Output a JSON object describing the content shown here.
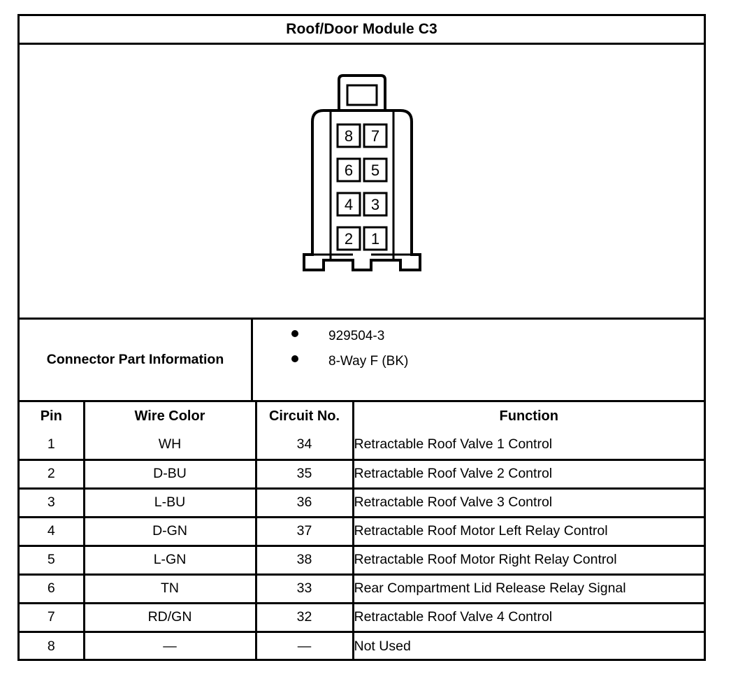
{
  "title": "Roof/Door Module C3",
  "connector": {
    "name": "connector-diagram",
    "ways": 8,
    "pin_layout_note": "4 rows x 2 columns; left column 8,6,4,2 top-to-bottom; right column 7,5,3,1 top-to-bottom",
    "pins": [
      {
        "label": "8",
        "col": "left",
        "row": 1
      },
      {
        "label": "7",
        "col": "right",
        "row": 1
      },
      {
        "label": "6",
        "col": "left",
        "row": 2
      },
      {
        "label": "5",
        "col": "right",
        "row": 2
      },
      {
        "label": "4",
        "col": "left",
        "row": 3
      },
      {
        "label": "3",
        "col": "right",
        "row": 3
      },
      {
        "label": "2",
        "col": "left",
        "row": 4
      },
      {
        "label": "1",
        "col": "right",
        "row": 4
      }
    ]
  },
  "part_info": {
    "label": "Connector Part Information",
    "items": [
      "929504-3",
      "8-Way F (BK)"
    ]
  },
  "pin_table": {
    "headers": {
      "pin": "Pin",
      "wire_color": "Wire Color",
      "circuit_no": "Circuit No.",
      "function": "Function"
    },
    "rows": [
      {
        "pin": "1",
        "wire_color": "WH",
        "circuit_no": "34",
        "function": "Retractable Roof Valve 1 Control"
      },
      {
        "pin": "2",
        "wire_color": "D-BU",
        "circuit_no": "35",
        "function": "Retractable Roof Valve 2 Control"
      },
      {
        "pin": "3",
        "wire_color": "L-BU",
        "circuit_no": "36",
        "function": "Retractable Roof Valve 3 Control"
      },
      {
        "pin": "4",
        "wire_color": "D-GN",
        "circuit_no": "37",
        "function": "Retractable Roof Motor Left Relay Control"
      },
      {
        "pin": "5",
        "wire_color": "L-GN",
        "circuit_no": "38",
        "function": "Retractable Roof Motor Right Relay Control"
      },
      {
        "pin": "6",
        "wire_color": "TN",
        "circuit_no": "33",
        "function": "Rear Compartment Lid Release Relay Signal"
      },
      {
        "pin": "7",
        "wire_color": "RD/GN",
        "circuit_no": "32",
        "function": "Retractable Roof Valve 4 Control"
      },
      {
        "pin": "8",
        "wire_color": "—",
        "circuit_no": "—",
        "function": "Not Used"
      }
    ]
  },
  "colors": {
    "ink": "#000000",
    "paper": "#ffffff"
  }
}
